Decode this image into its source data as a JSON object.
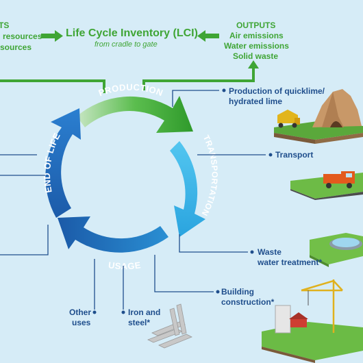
{
  "header": {
    "title": "Life Cycle Inventory (LCI)",
    "subtitle": "from cradle to gate",
    "inputs_heading_fragment": "TS",
    "inputs_line1_fragment": "resources",
    "inputs_line2_fragment": "sources",
    "outputs_heading": "OUTPUTS",
    "outputs_items": [
      "Air emissions",
      "Water emissions",
      "Solid waste"
    ]
  },
  "cycle": {
    "stages": [
      "PRODUCTION",
      "TRANSPORTATION",
      "USAGE",
      "END OF LIFE"
    ]
  },
  "callouts": {
    "quicklime_line1": "Production of quicklime/",
    "quicklime_line2": "hydrated lime",
    "transport": "Transport",
    "waste_line1": "Waste",
    "waste_line2": "water treatment*",
    "building_line1": "Building",
    "building_line2": "construction*",
    "iron_line1": "Iron and",
    "iron_line2": "steel*",
    "other_line1": "Other",
    "other_line2": "uses"
  },
  "colors": {
    "background": "#d6ecf7",
    "green": "#3fa535",
    "navy": "#1f4e8c",
    "blue_dark": "#1d5fae",
    "blue_light": "#35b3e8"
  }
}
